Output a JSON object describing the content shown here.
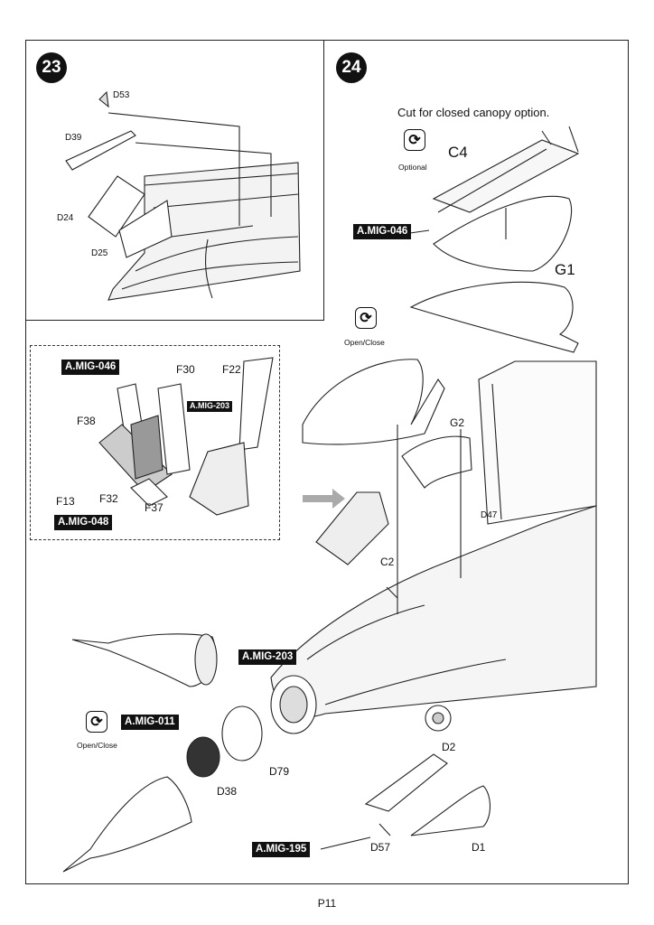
{
  "steps": {
    "step23": {
      "number": "23",
      "parts": [
        "D53",
        "D39",
        "D24",
        "D25"
      ]
    },
    "step24": {
      "number": "24",
      "note": "Cut for closed canopy option.",
      "optional_label": "Optional",
      "open_close_label": "Open/Close",
      "parts": {
        "c4": "C4",
        "g1": "G1",
        "g2": "G2",
        "c2": "C2",
        "d47": "D47",
        "d79": "D79",
        "d38": "D38",
        "d2": "D2",
        "d57": "D57",
        "d1": "D1"
      },
      "seat_inset": {
        "parts": [
          "F30",
          "F22",
          "F38",
          "F13",
          "F32",
          "F37"
        ]
      }
    }
  },
  "tags": {
    "mig046_canopy": "A.MIG-046",
    "mig046_seat": "A.MIG-046",
    "mig203_seat": "A.MIG-203",
    "mig048": "A.MIG-048",
    "mig203_nose": "A.MIG-203",
    "mig011": "A.MIG-011",
    "mig195": "A.MIG-195"
  },
  "icons": {
    "optional_icon": "refresh-icon",
    "open_close_icon": "refresh-icon"
  },
  "footer": {
    "page": "P11"
  }
}
